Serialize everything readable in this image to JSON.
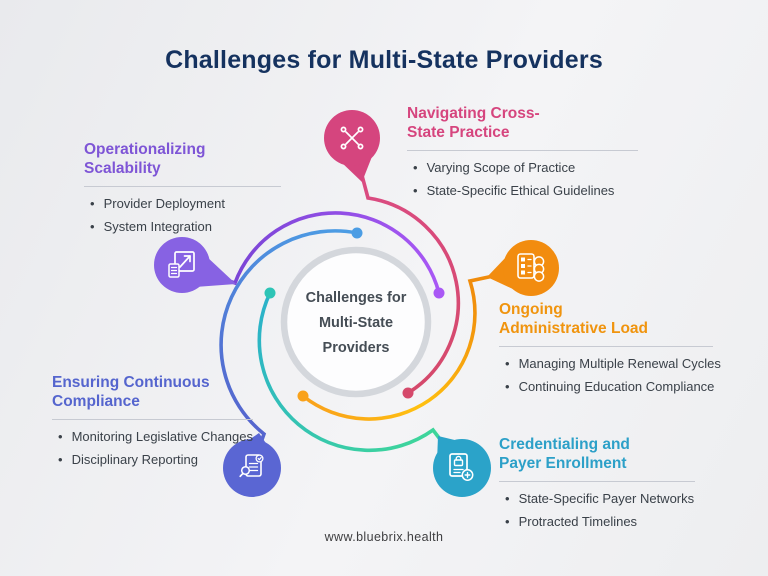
{
  "title": "Challenges for Multi-State Providers",
  "center_label": {
    "line1": "Challenges for",
    "line2": "Multi-State",
    "line3": "Providers"
  },
  "sections": [
    {
      "name": "Operationalizing Scalability",
      "heading_line1": "Operationalizing",
      "heading_line2": "Scalability",
      "color": "#7E55D6",
      "icon": "expand-arrow-icon",
      "bullet1": "Provider Deployment",
      "bullet2": "System Integration"
    },
    {
      "name": "Navigating Cross-State Practice",
      "heading_line1": "Navigating Cross-",
      "heading_line2": "State Practice",
      "color": "#D6457E",
      "icon": "network-spread-icon",
      "bullet1": "Varying Scope of Practice",
      "bullet2": "State-Specific Ethical Guidelines"
    },
    {
      "name": "Ongoing Administrative Load",
      "heading_line1": "Ongoing",
      "heading_line2": "Administrative Load",
      "color": "#F0940E",
      "icon": "records-coins-icon",
      "bullet1": "Managing Multiple Renewal Cycles",
      "bullet2": "Continuing Education Compliance"
    },
    {
      "name": "Credentialing and Payer Enrollment",
      "heading_line1": "Credentialing and",
      "heading_line2": "Payer Enrollment",
      "color": "#2CA0C8",
      "icon": "document-add-icon",
      "bullet1": "State-Specific Payer Networks",
      "bullet2": "Protracted Timelines"
    },
    {
      "name": "Ensuring Continuous Compliance",
      "heading_line1": "Ensuring Continuous",
      "heading_line2": "Compliance",
      "color": "#5565CE",
      "icon": "document-search-icon",
      "bullet1": "Monitoring Legislative Changes",
      "bullet2": "Disciplinary Reporting"
    }
  ],
  "footer": {
    "website": "www.bluebrix.health"
  },
  "diagram": {
    "title_color": "#15325F",
    "center_ring_color": "#D4D7DC",
    "center_text_color": "#454D55",
    "bubble_colors": {
      "purple": "#8762E3",
      "pink": "#D5457E",
      "orange": "#F28C0F",
      "teal": "#2BA3C9",
      "indigo": "#5A66D3"
    },
    "dot_colors": {
      "blue": "#4C9DE4",
      "purple": "#A958F5",
      "teal": "#2EC4B6",
      "pink": "#D5496B",
      "orange": "#F9A21B"
    }
  }
}
